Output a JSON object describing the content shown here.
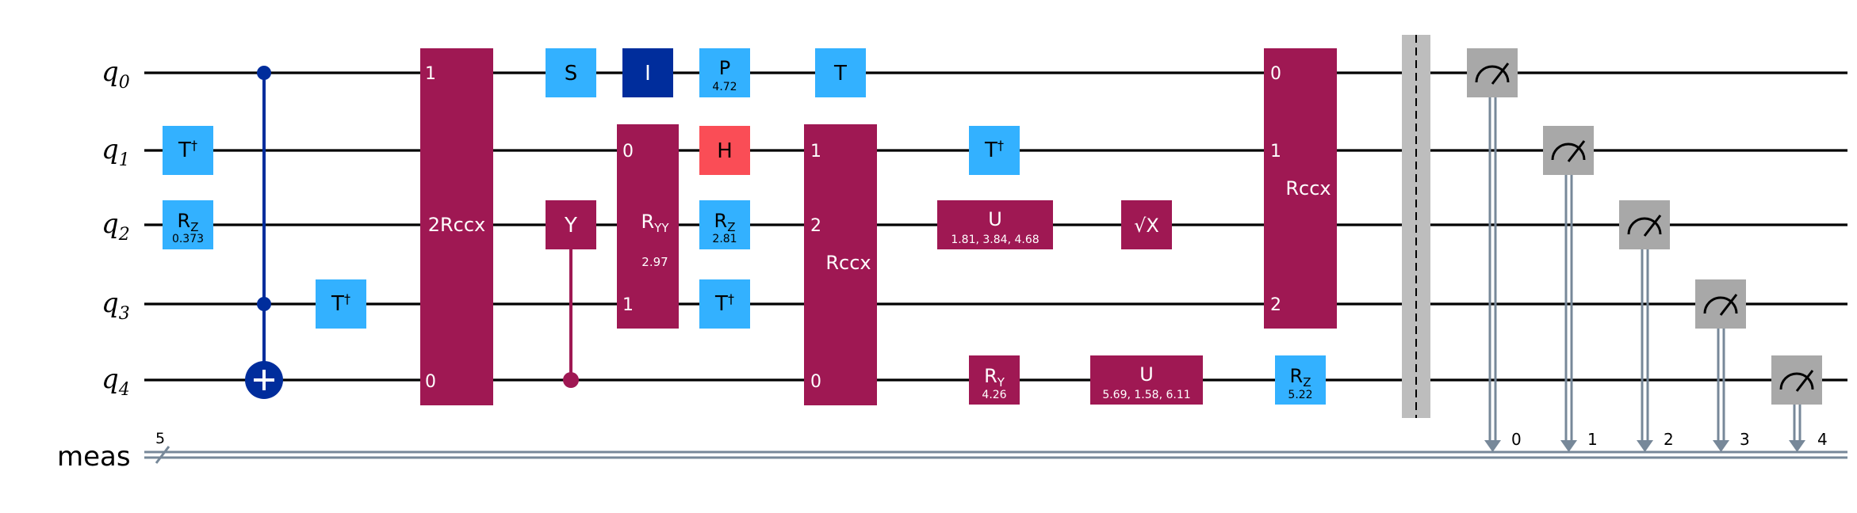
{
  "qubits": [
    {
      "name": "q",
      "index": "0"
    },
    {
      "name": "q",
      "index": "1"
    },
    {
      "name": "q",
      "index": "2"
    },
    {
      "name": "q",
      "index": "3"
    },
    {
      "name": "q",
      "index": "4"
    }
  ],
  "classical_register": {
    "name": "meas",
    "size": "5"
  },
  "colors": {
    "light_blue": "#33b1ff",
    "dark_blue": "#002d9c",
    "magenta": "#9f1853",
    "red": "#fa4d56",
    "gray": "#a8a8a8",
    "classical": "#778899",
    "barrier": "#bdbdbd"
  },
  "gates": {
    "tdg_q1": {
      "label": "T",
      "sup": "†"
    },
    "rz_q2": {
      "label": "R",
      "sub": "Z",
      "param": "0.373"
    },
    "cx": {
      "target_symbol": "+"
    },
    "tdg_q3": {
      "label": "T",
      "sup": "†"
    },
    "rccx_a": {
      "label": "2Rccx",
      "port_q0": "1",
      "port_q4": "0"
    },
    "s_q0": {
      "label": "S"
    },
    "cy": {
      "label": "Y"
    },
    "i_q0": {
      "label": "I"
    },
    "ryy": {
      "label": "R",
      "sub": "YY",
      "param": "2.97",
      "port_q1": "0",
      "port_q3": "1"
    },
    "p_q0": {
      "label": "P",
      "param": "4.72"
    },
    "h_q1": {
      "label": "H"
    },
    "rz2_q2": {
      "label": "R",
      "sub": "Z",
      "param": "2.81"
    },
    "tdg2_q3": {
      "label": "T",
      "sup": "†"
    },
    "t_q0": {
      "label": "T"
    },
    "rccx_b": {
      "label": "Rccx",
      "port_q1": "1",
      "port_q2": "2",
      "port_q4": "0"
    },
    "tdg3_q1": {
      "label": "T",
      "sup": "†"
    },
    "u_q2": {
      "label": "U",
      "param": "1.81, 3.84, 4.68"
    },
    "ry_q4": {
      "label": "R",
      "sub": "Y",
      "param": "4.26"
    },
    "sx_q2": {
      "label": "√X"
    },
    "u_q4": {
      "label": "U",
      "param": "5.69, 1.58, 6.11"
    },
    "rccx_c": {
      "label": "Rccx",
      "port_q0": "0",
      "port_q1": "1",
      "port_q3": "2"
    },
    "rz3_q4": {
      "label": "R",
      "sub": "Z",
      "param": "5.22"
    }
  },
  "measure_bits": [
    "0",
    "1",
    "2",
    "3",
    "4"
  ]
}
